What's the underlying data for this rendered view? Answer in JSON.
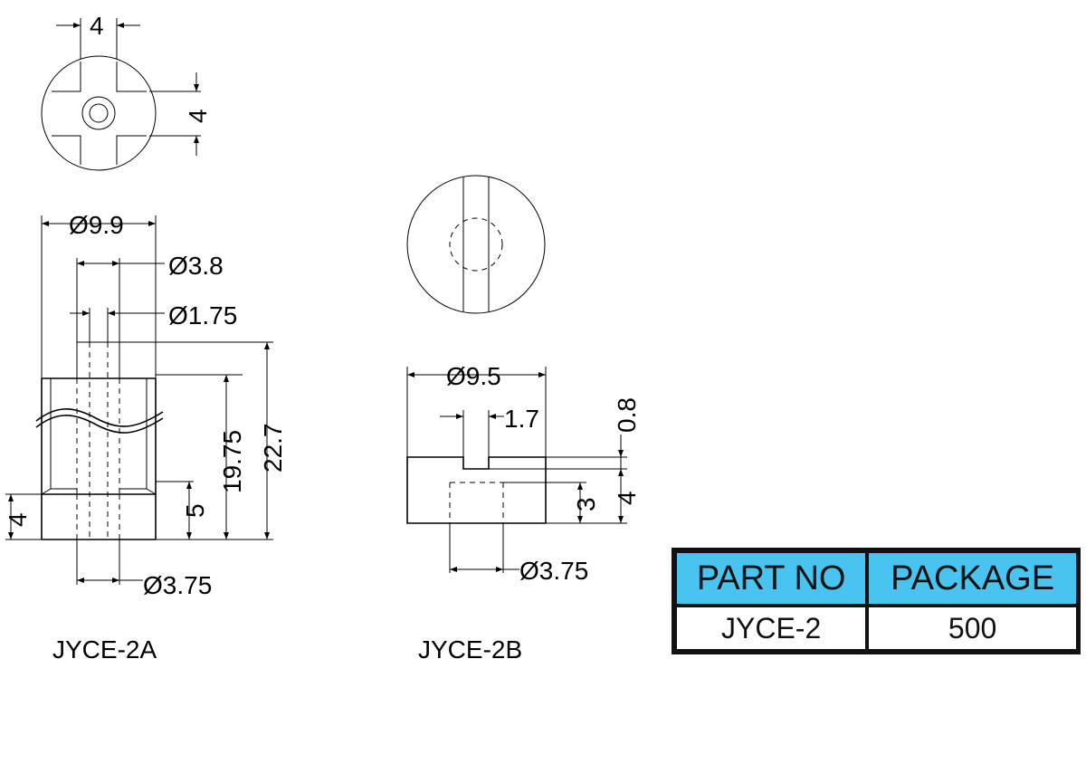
{
  "figure_2a": {
    "caption": "JYCE-2A",
    "dims": {
      "top_width": "4",
      "top_height": "4",
      "outer_dia": "Ø9.9",
      "mid_dia": "Ø3.8",
      "hole_dia": "Ø1.75",
      "body_len": "19.75",
      "total_len": "22.7",
      "boss_len": "5",
      "left_len": "4",
      "bottom_dia": "Ø3.75"
    }
  },
  "figure_2b": {
    "caption": "JYCE-2B",
    "dims": {
      "outer_dia": "Ø9.5",
      "slot_width": "1.7",
      "slot_depth": "0.8",
      "bore_depth": "3",
      "height": "4",
      "bore_dia": "Ø3.75"
    }
  },
  "table": {
    "headers": [
      "PART NO",
      "PACKAGE"
    ],
    "row": [
      "JYCE-2",
      "500"
    ],
    "header_color": "#49c3ef"
  }
}
